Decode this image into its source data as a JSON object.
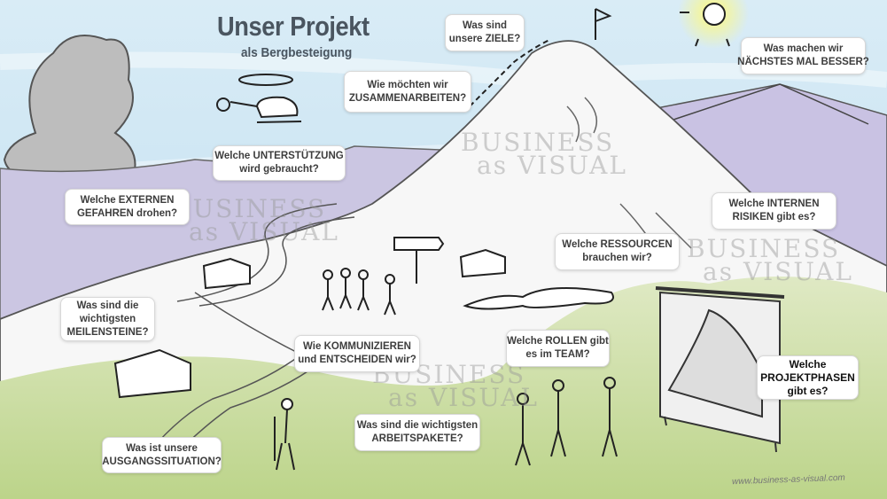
{
  "header": {
    "title": "Unser Projekt",
    "subtitle": "als Bergbesteigung"
  },
  "bubbles": {
    "ziele": [
      "Was sind",
      "unsere ZIELE?"
    ],
    "zusammenarbeit": [
      "Wie möchten wir",
      "ZUSAMMENARBEITEN?"
    ],
    "besser": [
      "Was machen wir",
      "NÄCHSTES MAL BESSER?"
    ],
    "unterstuetzung": [
      "Welche UNTERSTÜTZUNG",
      "wird gebraucht?"
    ],
    "externe": [
      "Welche EXTERNEN",
      "GEFAHREN drohen?"
    ],
    "interne": [
      "Welche INTERNEN",
      "RISIKEN gibt es?"
    ],
    "ressourcen": [
      "Welche RESSOURCEN",
      "brauchen wir?"
    ],
    "meilensteine": [
      "Was sind die",
      "wichtigsten",
      "MEILENSTEINE?"
    ],
    "kommunizieren": [
      "Wie KOMMUNIZIEREN",
      "und ENTSCHEIDEN wir?"
    ],
    "rollen": [
      "Welche ROLLEN gibt",
      "es im TEAM?"
    ],
    "projektphasen": [
      "Welche",
      "PROJEKTPHASEN",
      "gibt es?"
    ],
    "arbeitspakete": [
      "Was sind die wichtigsten",
      "ARBEITSPAKETE?"
    ],
    "ausgang": [
      "Was ist unsere",
      "AUSGANGSSITUATION?"
    ]
  },
  "watermark": {
    "line1": "BUSINESS",
    "line2": "as VISUAL",
    "url": "www.business-as-visual.com"
  },
  "colors": {
    "sky": "#cfe6f3",
    "meadow": "#c9dc9c",
    "lavender": "#c9c3e2",
    "title": "#4a5560"
  }
}
